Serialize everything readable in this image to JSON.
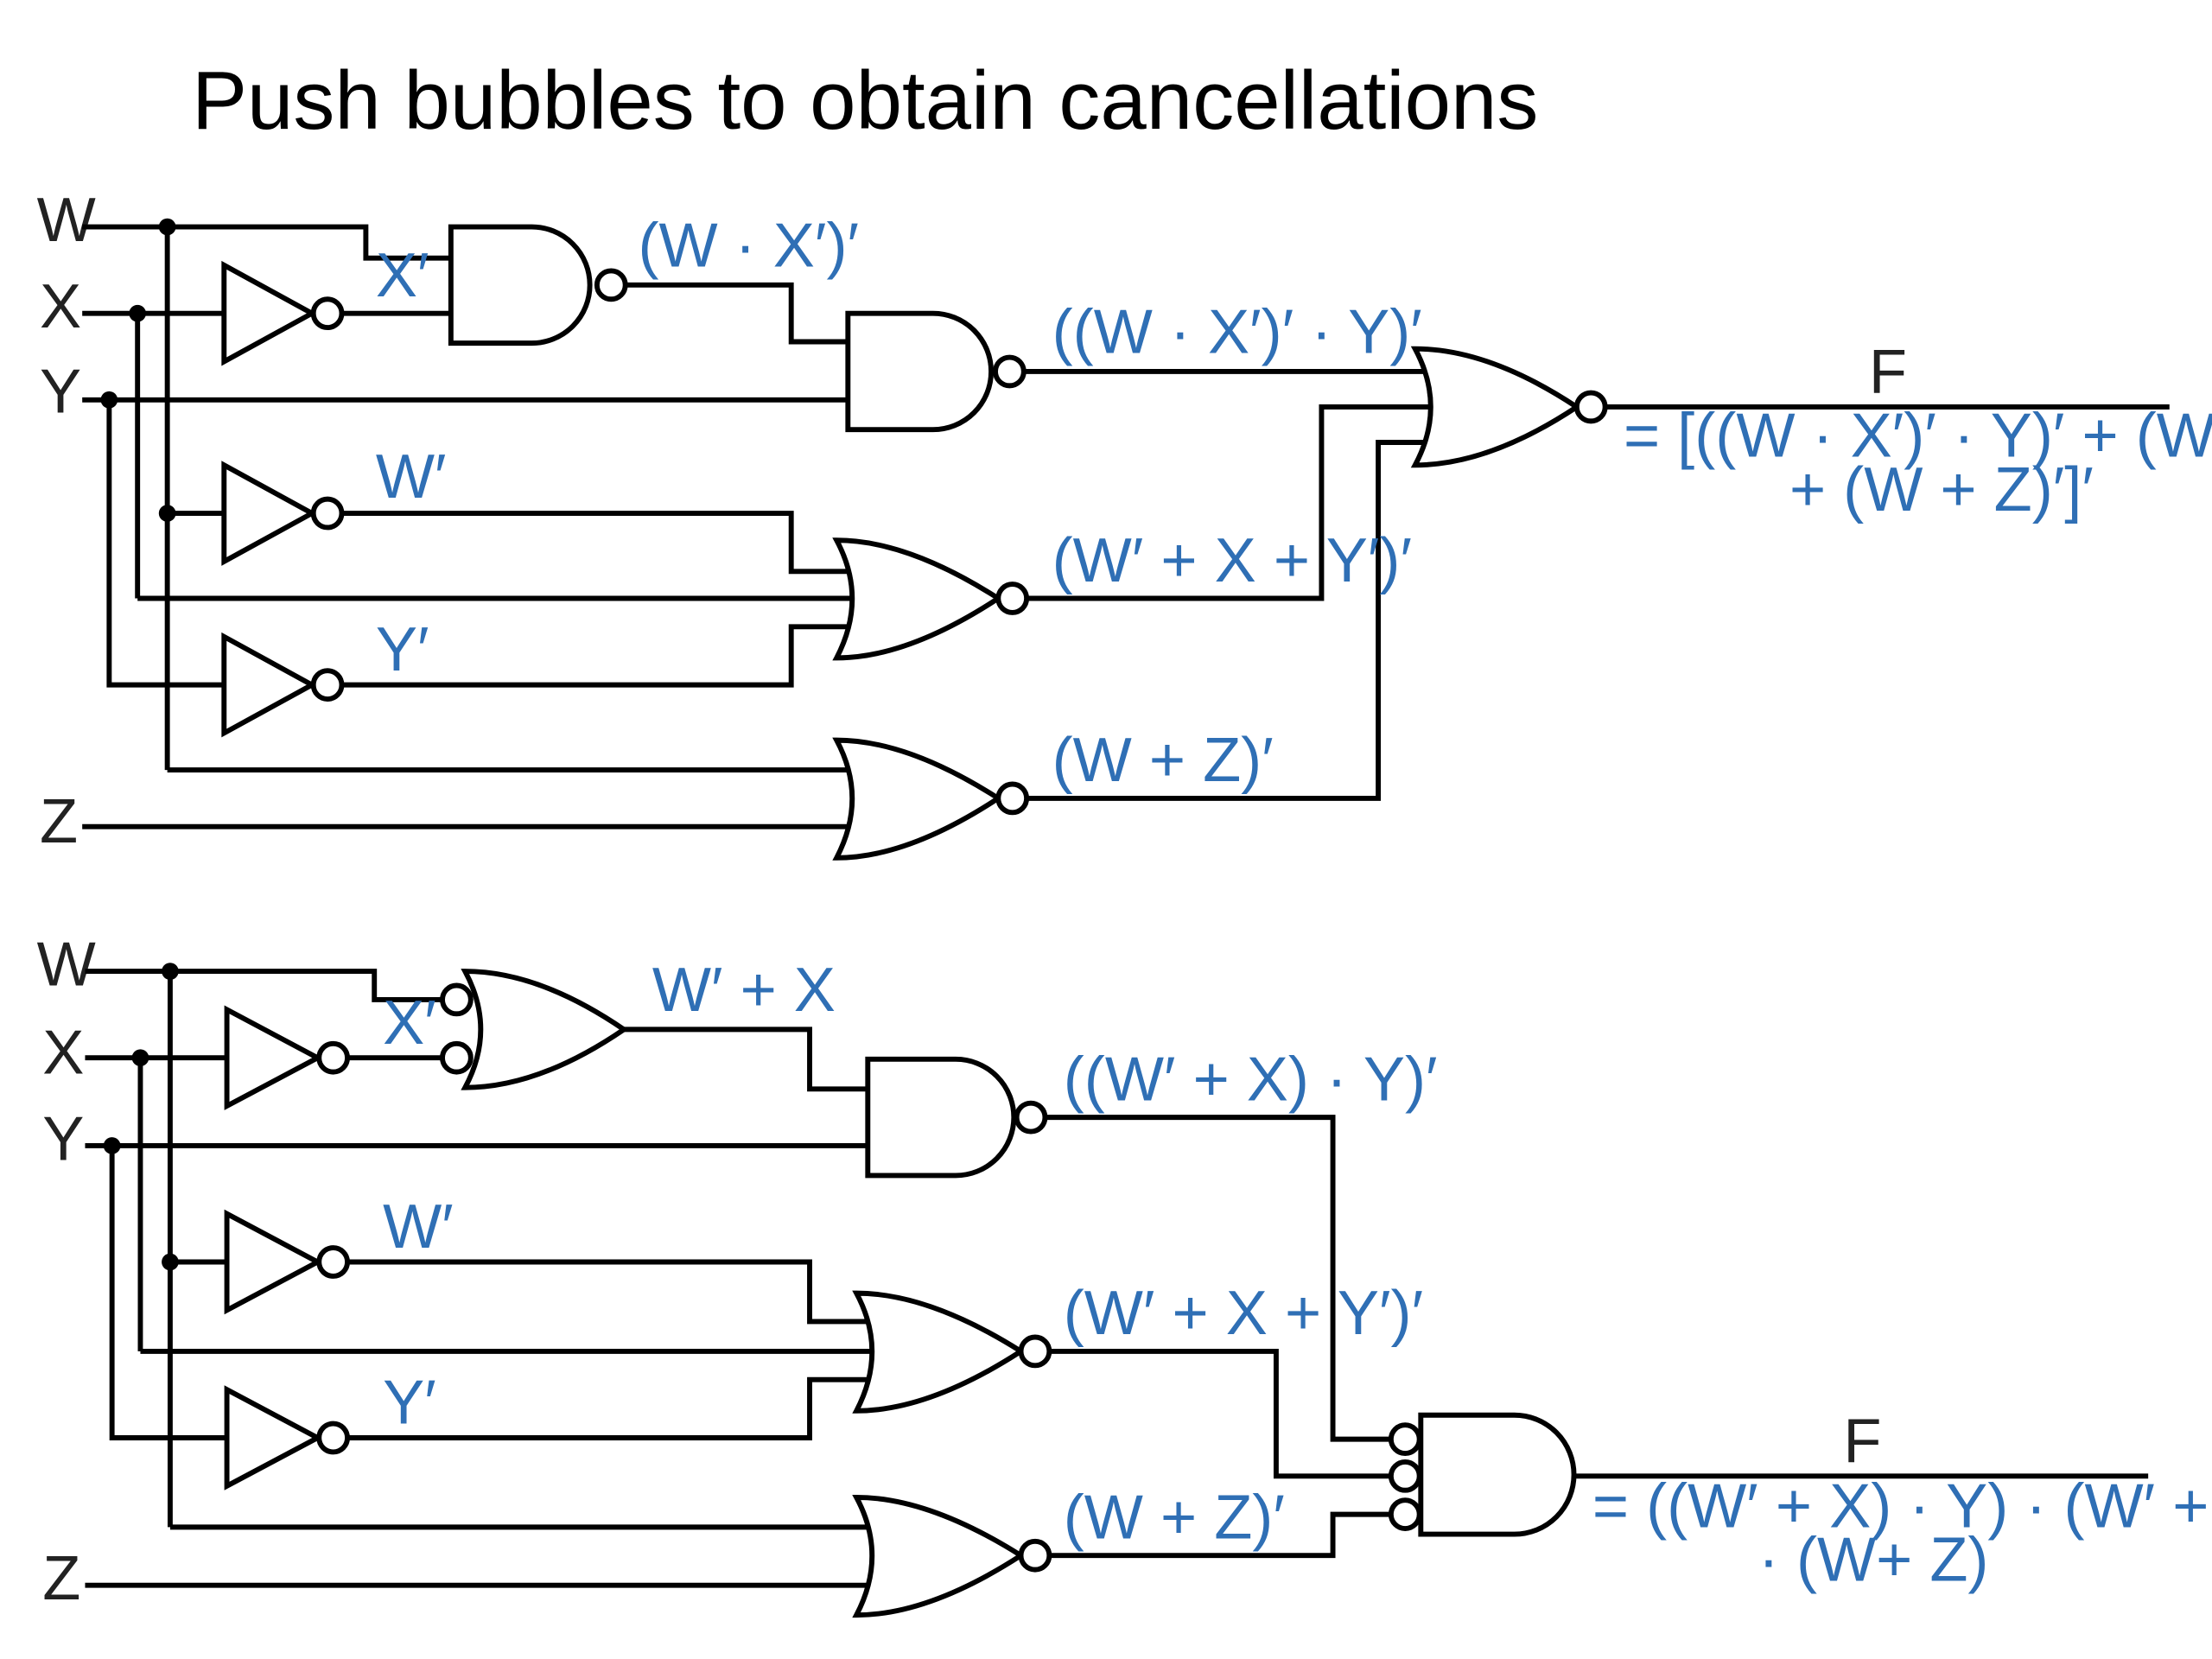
{
  "title": "Push bubbles to obtain cancellations",
  "colors": {
    "expression_text": "#2f6fb5",
    "wire": "#000000"
  },
  "top_circuit": {
    "inputs": [
      "W",
      "X",
      "Y",
      "Z"
    ],
    "inverter_labels": [
      "X′",
      "W′",
      "Y′"
    ],
    "gate_outputs": [
      "(W · X′)′",
      "((W · X′)′ · Y)′",
      "(W′ + X + Y′)′",
      "(W + Z)′"
    ],
    "output_name": "F",
    "output_expr_line1": "= [((W · X′)′ · Y)′ + (W′ + X + Y′)′",
    "output_expr_line2": "+ (W + Z)′]′"
  },
  "bottom_circuit": {
    "inputs": [
      "W",
      "X",
      "Y",
      "Z"
    ],
    "inverter_labels": [
      "X′",
      "W′",
      "Y′"
    ],
    "gate_outputs": [
      "W′ + X",
      "((W′ + X) · Y)′",
      "(W′ + X + Y′)′",
      "(W + Z)′"
    ],
    "output_name": "F",
    "output_expr_line1": "= ((W′ + X) · Y) · (W′ + X + Y′)",
    "output_expr_line2": "· (W+ Z)"
  }
}
